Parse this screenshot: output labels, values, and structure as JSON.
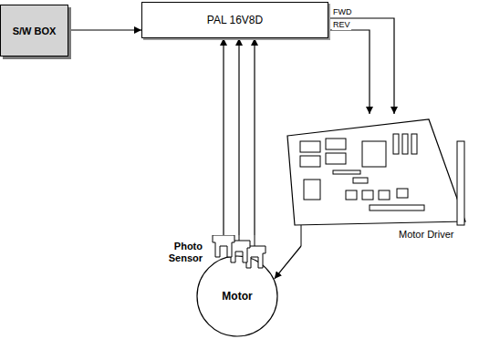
{
  "diagram": {
    "nodes": [
      {
        "text": [
          "S/W BOX"
        ]
      },
      {
        "text": [
          "PAL 16V8D"
        ]
      },
      {
        "text": [
          "Motor Driver"
        ]
      },
      {
        "text": [
          "Photo Sensor"
        ]
      },
      {
        "text": [
          "Motor"
        ]
      }
    ],
    "edges": [
      {
        "from": 0,
        "to": 1,
        "arrow": "to"
      },
      {
        "from": 1,
        "to": 2,
        "arrow": "to",
        "label": "FWD"
      },
      {
        "from": 1,
        "to": 2,
        "arrow": "to",
        "label": "REV"
      },
      {
        "from": 3,
        "to": 1,
        "arrow": "to"
      },
      {
        "from": 3,
        "to": 1,
        "arrow": "to"
      },
      {
        "from": 3,
        "to": 1,
        "arrow": "to"
      },
      {
        "from": 2,
        "to": 4,
        "arrow": "to"
      }
    ]
  }
}
